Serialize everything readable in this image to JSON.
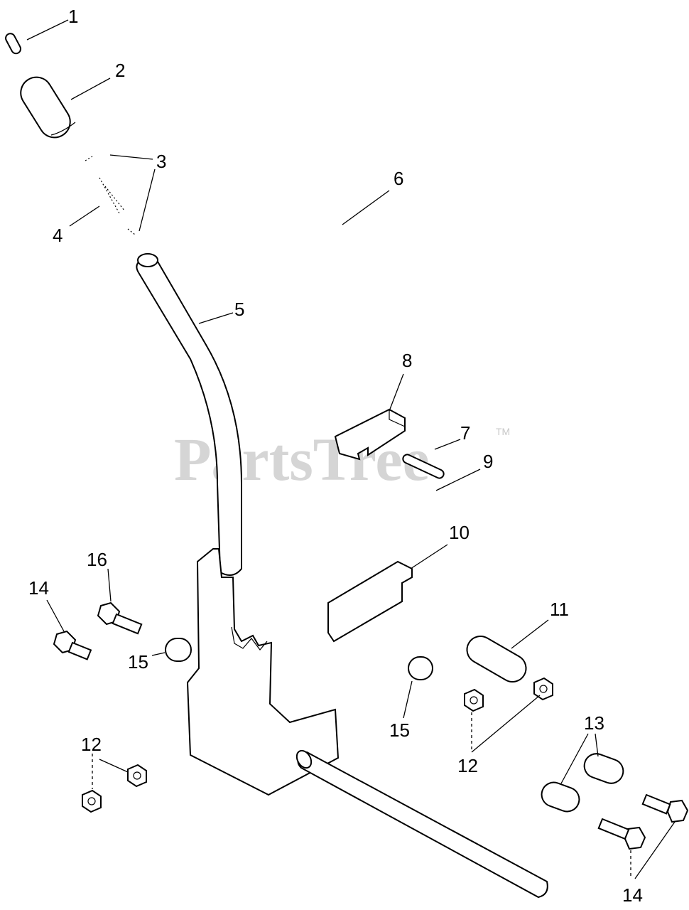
{
  "watermark": {
    "text": "PartsTree",
    "tm": "TM"
  },
  "callouts": {
    "c1": "1",
    "c2": "2",
    "c3": "3",
    "c4": "4",
    "c5": "5",
    "c6": "6",
    "c7": "7",
    "c8": "8",
    "c9": "9",
    "c10": "10",
    "c11": "11",
    "c12a": "12",
    "c12b": "12",
    "c13": "13",
    "c14a": "14",
    "c14b": "14",
    "c15a": "15",
    "c15b": "15",
    "c16": "16"
  }
}
